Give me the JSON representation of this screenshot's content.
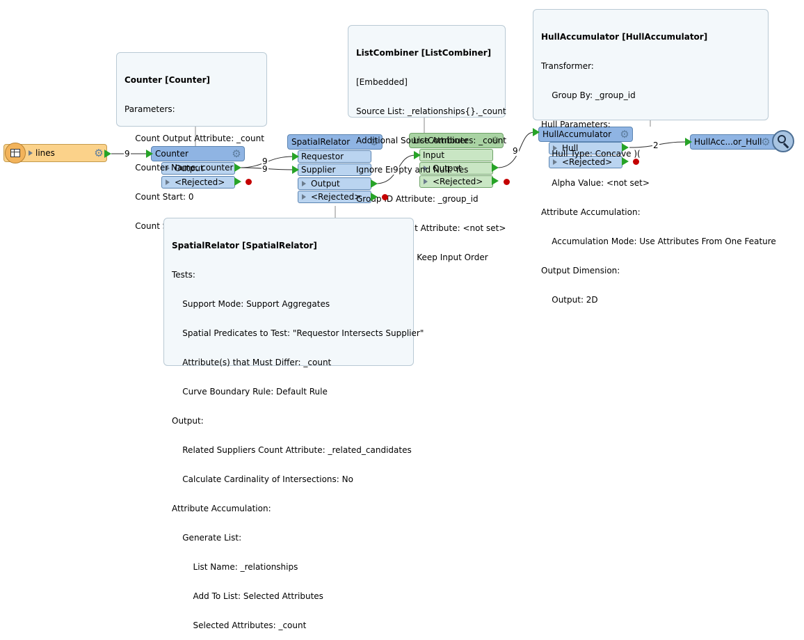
{
  "nodes": {
    "reader": {
      "label": "lines"
    },
    "counter": {
      "label": "Counter",
      "outputs": [
        "Output",
        "<Rejected>"
      ]
    },
    "spatialrelator": {
      "label": "SpatialRelator",
      "inputs": [
        "Requestor",
        "Supplier"
      ],
      "outputs": [
        "Output",
        "<Rejected>"
      ]
    },
    "listcombiner": {
      "label": "ListCombiner",
      "inputs": [
        "Input"
      ],
      "outputs": [
        "Output",
        "<Rejected>"
      ]
    },
    "hullaccumulator": {
      "label": "HullAccumulator",
      "outputs": [
        "Hull",
        "<Rejected>"
      ]
    },
    "inspector": {
      "label": "HullAcc...or_Hull"
    }
  },
  "counts": {
    "reader_to_counter": "9",
    "counter_to_requestor": "9",
    "counter_to_supplier": "9",
    "relator_to_combiner": "9",
    "combiner_to_hull": "9",
    "hull_to_inspector": "2"
  },
  "tooltips": {
    "counter": {
      "title": "Counter [Counter]",
      "lines": [
        "Parameters:",
        "    Count Output Attribute: _count",
        "    Counter Name: counter",
        "    Count Start: 0",
        "    Count Scope: Global"
      ]
    },
    "listcombiner": {
      "title": "ListCombiner [ListCombiner]",
      "lines": [
        "[Embedded]",
        "Source List: _relationships{}._count",
        "Additional Source Attributes: _count",
        "Ignore Empty and Null: Yes",
        "Group ID Attribute: _group_id",
        "Member Count Attribute: <not set>",
        "Output Order: Keep Input Order"
      ]
    },
    "hullaccumulator": {
      "title": "HullAccumulator [HullAccumulator]",
      "lines": [
        "Transformer:",
        "    Group By: _group_id",
        "Hull Parameters:",
        "    Hull Type: Concave )(",
        "    Alpha Value: <not set>",
        "Attribute Accumulation:",
        "    Accumulation Mode: Use Attributes From One Feature",
        "Output Dimension:",
        "    Output: 2D"
      ]
    },
    "spatialrelator": {
      "title": "SpatialRelator [SpatialRelator]",
      "lines": [
        "Tests:",
        "    Support Mode: Support Aggregates",
        "    Spatial Predicates to Test: \"Requestor Intersects Supplier\"",
        "    Attribute(s) that Must Differ: _count",
        "    Curve Boundary Rule: Default Rule",
        "Output:",
        "    Related Suppliers Count Attribute: _related_candidates",
        "    Calculate Cardinality of Intersections: No",
        "Attribute Accumulation:",
        "    Generate List:",
        "        List Name: _relationships",
        "        Add To List: Selected Attributes",
        "        Selected Attributes: _count"
      ]
    }
  },
  "colors": {
    "transformer": "#8fb4e3",
    "port": "#bad4f0",
    "combiner": "#a9d3a3",
    "reader": "#fbd28a",
    "connection_port": "#27a327",
    "rejected_port": "#c40000"
  },
  "icons": [
    "table-icon",
    "gear-icon",
    "magnifier-icon",
    "play-triangle-icon"
  ]
}
